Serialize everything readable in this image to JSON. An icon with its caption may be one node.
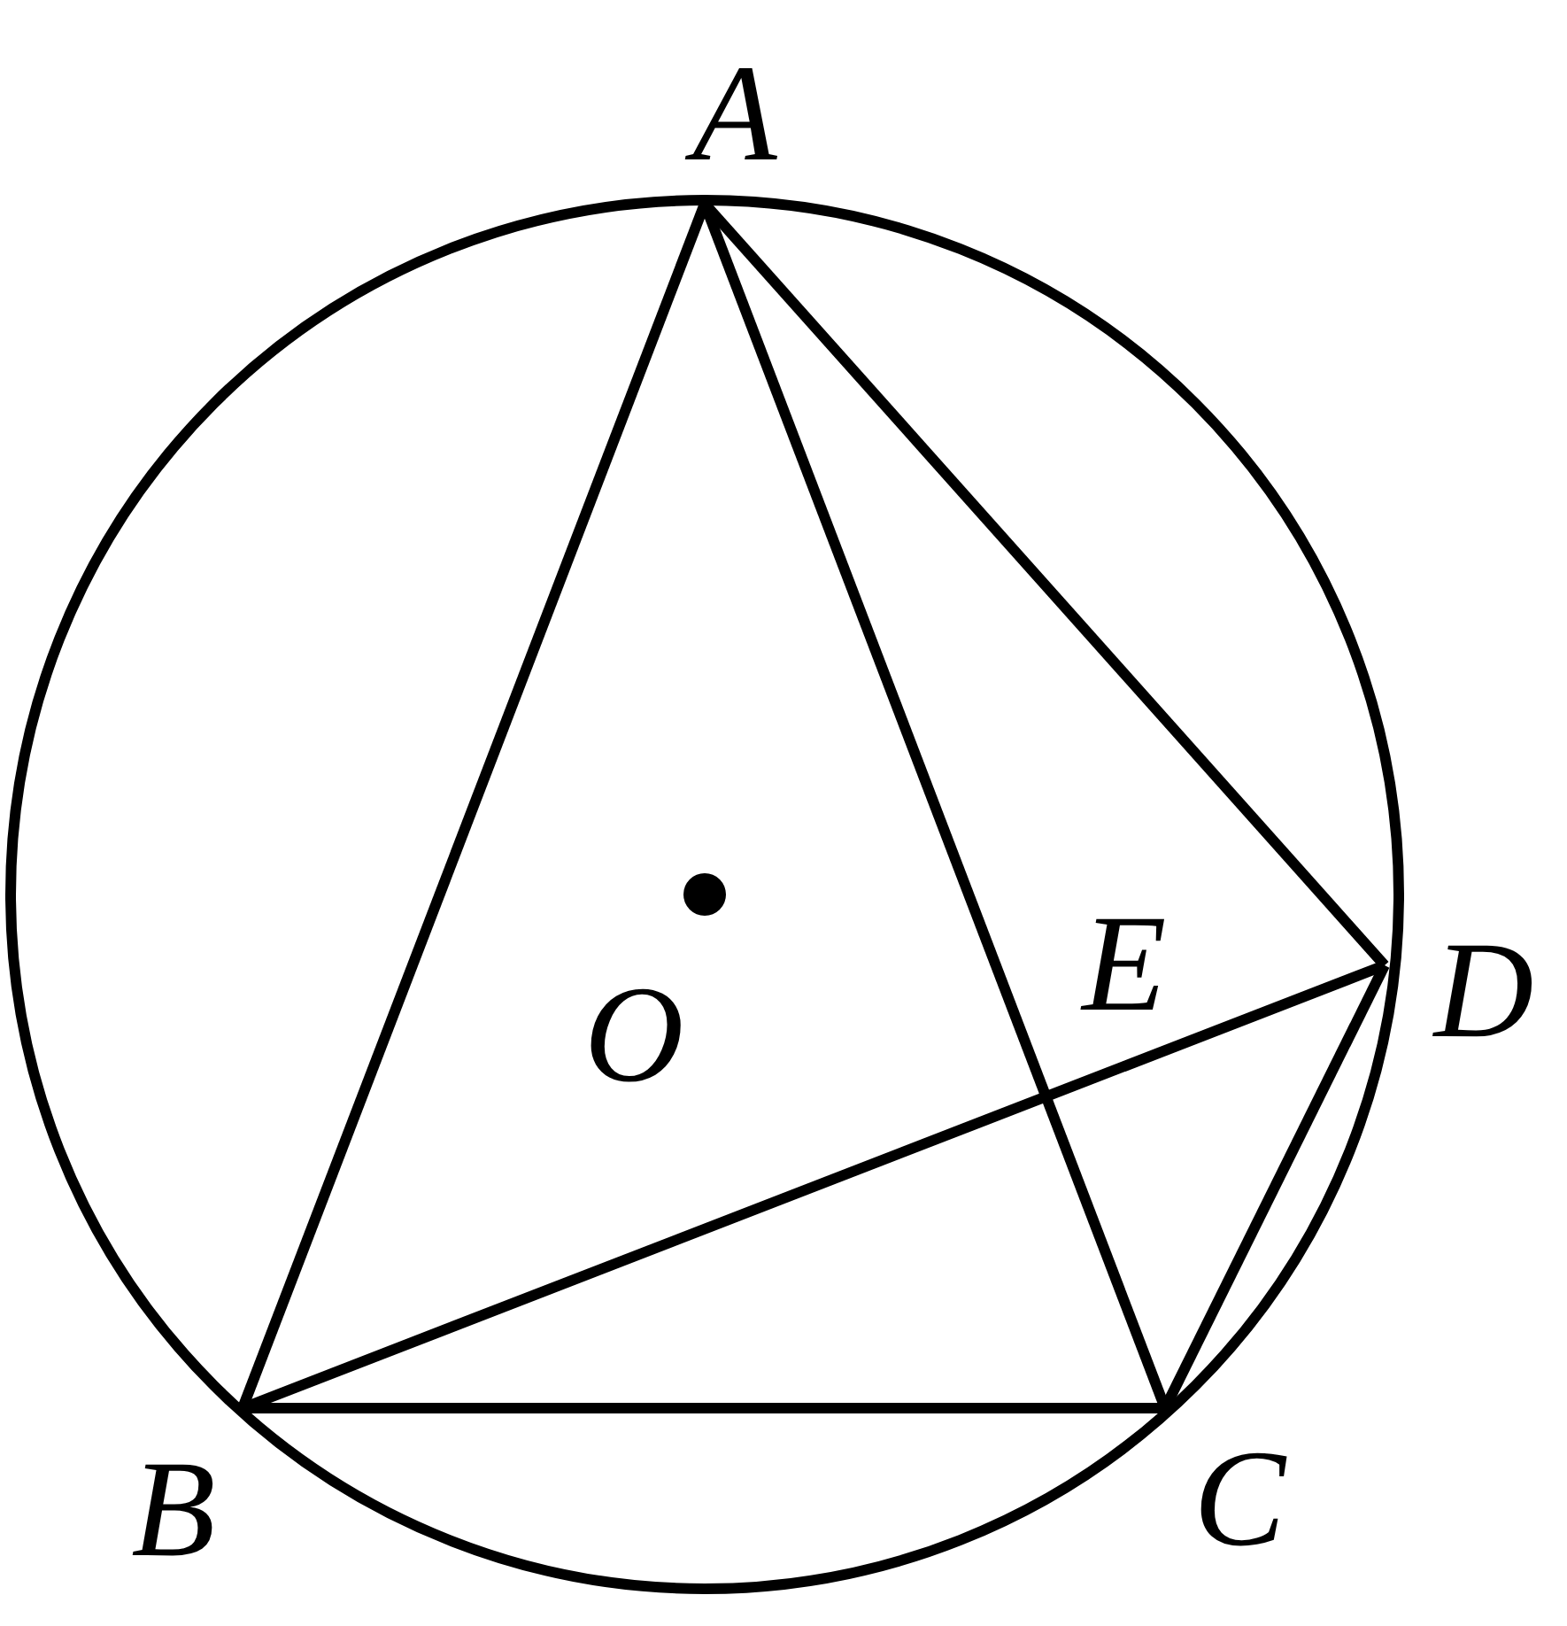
{
  "diagram": {
    "labels": [
      "A",
      "O",
      "E",
      "D",
      "B",
      "C"
    ]
  }
}
